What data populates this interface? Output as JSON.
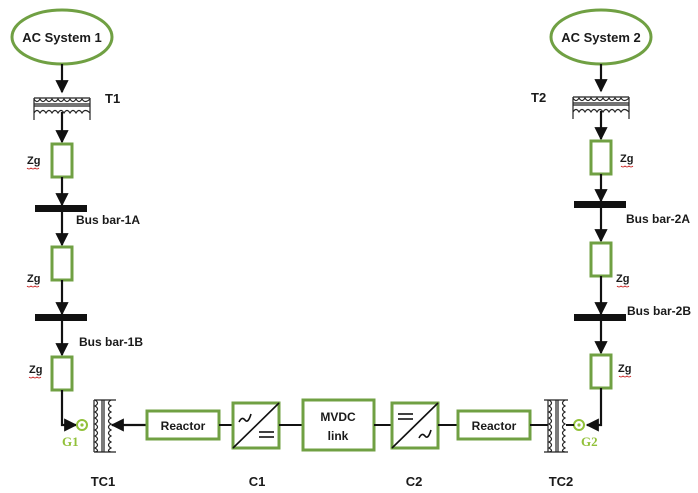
{
  "colors": {
    "green": "#70a043",
    "gen_green": "#92c13a",
    "line": "#111111",
    "squiggle": "#c00000"
  },
  "systems": {
    "left": "AC System 1",
    "right": "AC System 2"
  },
  "transformers": {
    "left": "T1",
    "right": "T2"
  },
  "impedance_label": "Zg",
  "busbars": {
    "b1a": "Bus bar-1A",
    "b1b": "Bus bar-1B",
    "b2a": "Bus bar-2A",
    "b2b": "Bus bar-2B"
  },
  "generators": {
    "left": "G1",
    "right": "G2"
  },
  "link": {
    "reactor_left": "Reactor",
    "reactor_right": "Reactor",
    "mvdc_line1": "MVDC",
    "mvdc_line2": "link"
  },
  "bottom_labels": {
    "tc1": "TC1",
    "c1": "C1",
    "c2": "C2",
    "tc2": "TC2"
  },
  "icons": [
    "ac-source-icon",
    "transformer-icon",
    "impedance-icon",
    "busbar-icon",
    "generator-icon",
    "converter-icon"
  ]
}
